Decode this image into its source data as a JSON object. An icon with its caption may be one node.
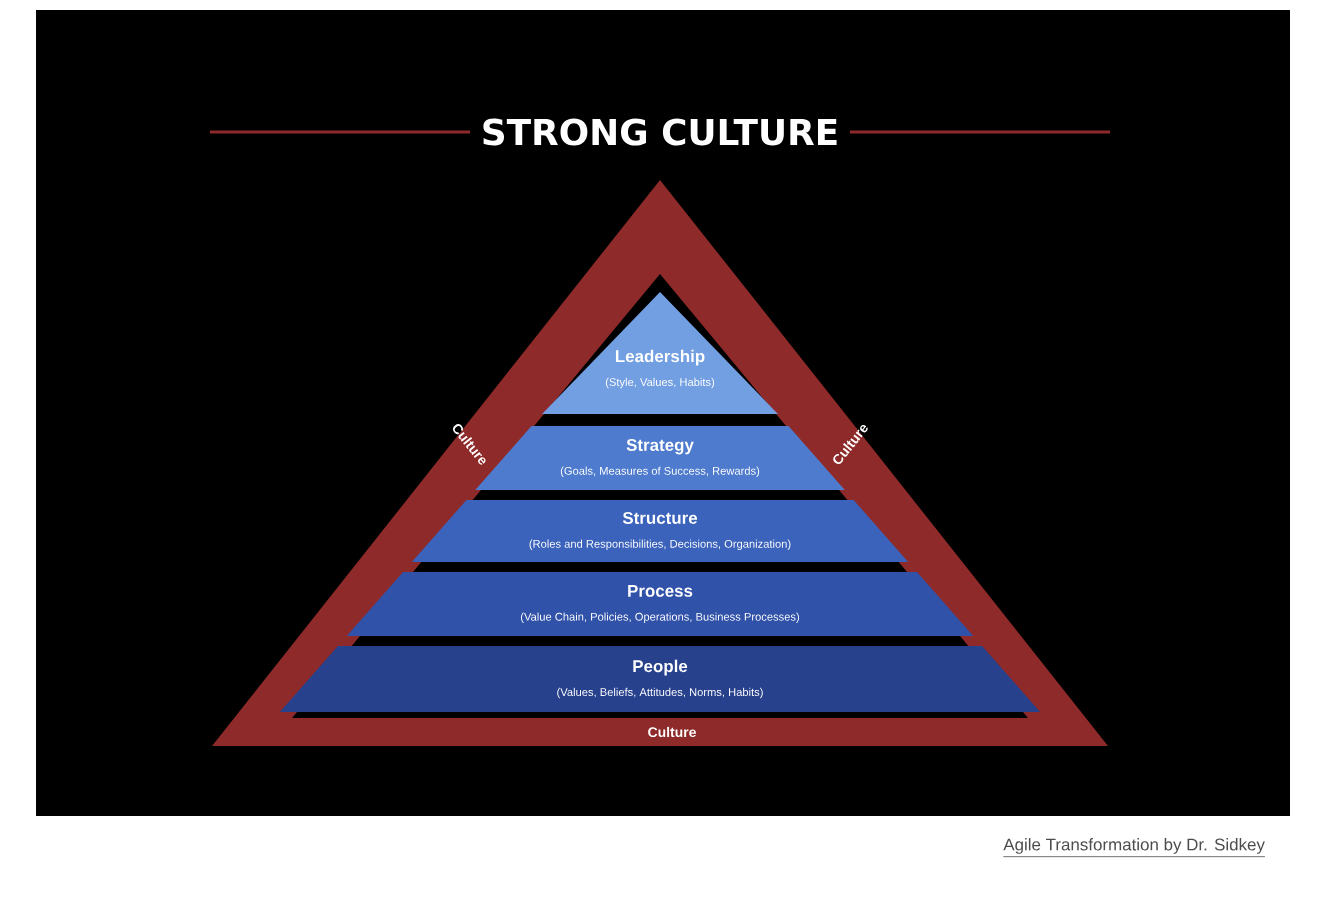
{
  "diagram": {
    "title": "STRONG CULTURE",
    "nodes": [
      {
        "text": [
          "Culture",
          "Culture",
          "Culture"
        ]
      },
      {
        "text": [
          "Leadership",
          "(Style, Values, Habits)"
        ],
        "in": 0
      },
      {
        "text": [
          "Strategy",
          "(Goals, Measures of Success, Rewards)"
        ],
        "in": 0
      },
      {
        "text": [
          "Structure",
          "(Roles and Responsibilities, Decisions, Organization)"
        ],
        "in": 0
      },
      {
        "text": [
          "Process",
          "(Value Chain, Policies, Operations, Business Processes)"
        ],
        "in": 0
      },
      {
        "text": [
          "People",
          "(Values, Beliefs, Attitudes, Norms, Habits)"
        ],
        "in": 0
      }
    ],
    "edges": [],
    "caption": "Agile Transformation by Dr. Sidkey"
  }
}
